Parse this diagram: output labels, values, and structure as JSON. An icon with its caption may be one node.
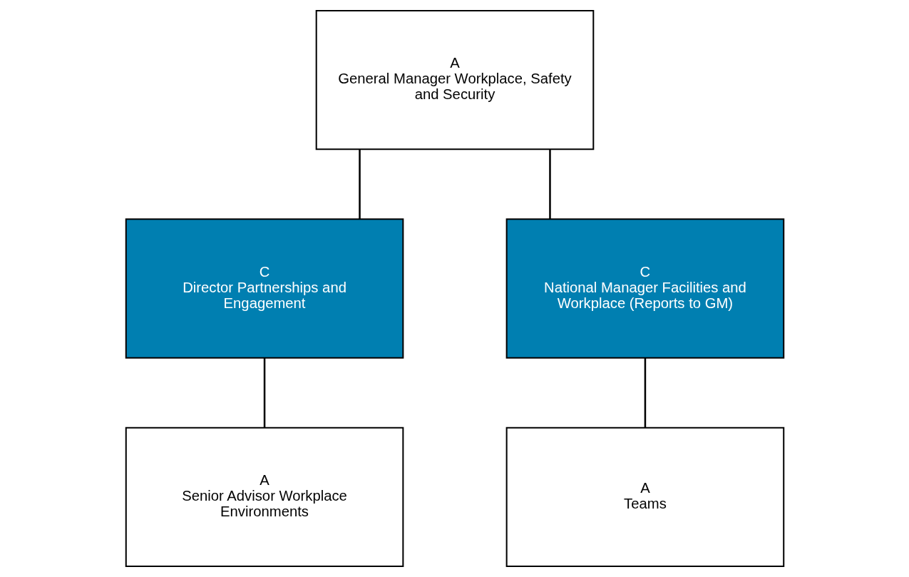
{
  "diagram": {
    "nodes": [
      {
        "text": [
          "A",
          "General Manager Workplace, Safety and Security"
        ]
      },
      {
        "text": [
          "C",
          "Director Partnerships and Engagement"
        ]
      },
      {
        "text": [
          "C",
          "National Manager Facilities and Workplace (Reports to GM)"
        ]
      },
      {
        "text": [
          "A",
          "Senior Advisor Workplace Environments"
        ]
      },
      {
        "text": [
          "A",
          "Teams"
        ]
      }
    ],
    "edges": [
      {
        "from": 0,
        "to": 1,
        "arrow": "none"
      },
      {
        "from": 0,
        "to": 2,
        "arrow": "none"
      },
      {
        "from": 1,
        "to": 3,
        "arrow": "none"
      },
      {
        "from": 2,
        "to": 4,
        "arrow": "none"
      }
    ]
  }
}
